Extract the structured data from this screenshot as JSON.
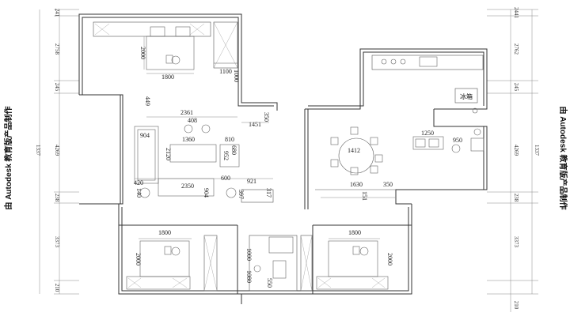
{
  "watermark_text": "由 Autodesk 教育版产品制作",
  "fridge_label": "冰箱",
  "left_dims": [
    "241",
    "2758",
    "245",
    "1337",
    "4269",
    "238",
    "3373",
    "210"
  ],
  "right_dims": [
    "2441",
    "2762",
    "245",
    "1337",
    "4269",
    "238",
    "3373",
    "210"
  ],
  "room_dims": {
    "br1_height": "2000",
    "br1_width": "1800",
    "closet_1100": "1100",
    "closet_1000": "1000",
    "d449": "449",
    "d2361": "2361",
    "d408": "408",
    "d1451": "1451",
    "d350a": "350",
    "d904": "904",
    "d2120": "2120",
    "d1360": "1360",
    "d810": "810",
    "d680": "680",
    "d952": "952",
    "d420": "420",
    "d2350": "2350",
    "d600": "600",
    "d921": "921",
    "d140": "140",
    "d904b": "904",
    "d397": "397",
    "d317": "317",
    "d1412": "1412",
    "d1250": "1250",
    "d950": "950",
    "d1630": "1630",
    "d350b": "350",
    "d151": "151",
    "br2_width": "1800",
    "br2_height": "2000",
    "d1000": "1000",
    "d1080": "1080",
    "d550": "550",
    "br3_width": "1800",
    "br3_height": "2000"
  }
}
